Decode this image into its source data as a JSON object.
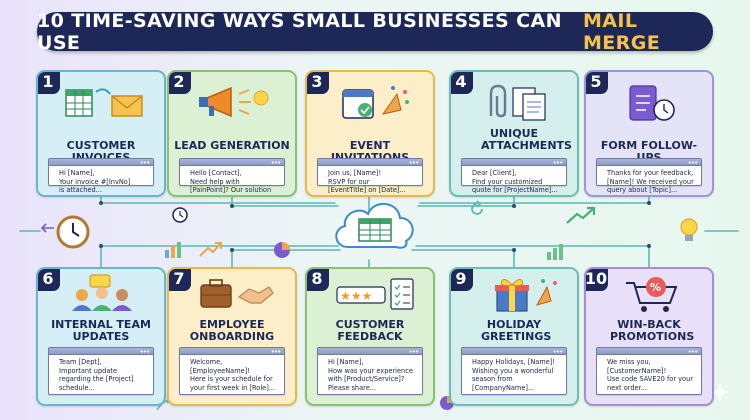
{
  "header": {
    "title_main": "10 TIME-SAVING WAYS SMALL BUSINESSES CAN USE",
    "title_highlight": "MAIL MERGE",
    "highlight_color": "#f7c24a",
    "bar_color": "#1d2858"
  },
  "center": {
    "icon": "cloud-spreadsheet-icon"
  },
  "cards": [
    {
      "number": "1",
      "title": "CUSTOMER INVOICES",
      "snippet": "Hi [Name],\nYour invoice #[InvNo]\nis attached...",
      "icon": "spreadsheet-envelope-icon",
      "bg": "#d6eef6",
      "border": "#6bb4ce"
    },
    {
      "number": "2",
      "title": "LEAD GENERATION",
      "snippet": "Hello [Contact],\nNeed help with\n[PainPoint]? Our solution",
      "icon": "megaphone-icon",
      "bg": "#dcf0d3",
      "border": "#86c274"
    },
    {
      "number": "3",
      "title": "EVENT INVITATIONS",
      "snippet": "Join us, [Name]!\nRSVP for our\n[EventTitle] on [Date]...",
      "icon": "calendar-party-icon",
      "bg": "#fbeec8",
      "border": "#e5b94e"
    },
    {
      "number": "4",
      "title": "UNIQUE ATTACHMENTS",
      "snippet": "Dear [Client],\nFind your customized\nquote for [ProjectName]...",
      "icon": "paperclip-documents-icon",
      "bg": "#d4efec",
      "border": "#6fbcb4"
    },
    {
      "number": "5",
      "title": "FORM FOLLOW-UPS",
      "snippet": "Thanks for your feedback,\n[Name]! We received your\nquery about [Topic]...",
      "icon": "form-clock-icon",
      "bg": "#e5e3f8",
      "border": "#9d96d6"
    },
    {
      "number": "6",
      "title": "INTERNAL TEAM UPDATES",
      "snippet": "Team [Dept],\nImportant update\nregarding the [Project]\nschedule...",
      "icon": "team-icon",
      "bg": "#d6eef6",
      "border": "#6bb4ce"
    },
    {
      "number": "7",
      "title": "EMPLOYEE ONBOARDING",
      "snippet": "Welcome, [EmployeeName]!\nHere is your schedule for\nyour first week in [Role]...",
      "icon": "briefcase-handshake-icon",
      "bg": "#fbeec8",
      "border": "#e5b94e"
    },
    {
      "number": "8",
      "title": "CUSTOMER FEEDBACK",
      "snippet": "Hi [Name],\nHow was your experience\nwith [Product/Service]?\nPlease share...",
      "icon": "stars-clipboard-icon",
      "bg": "#dcf0d3",
      "border": "#86c274"
    },
    {
      "number": "9",
      "title": "HOLIDAY GREETINGS",
      "snippet": "Happy Holidays, [Name]!\nWishing you a wonderful\nseason from\n[CompanyName]...",
      "icon": "gift-icon",
      "bg": "#d4efec",
      "border": "#6fbcb4"
    },
    {
      "number": "10",
      "title": "WIN-BACK PROMOTIONS",
      "snippet": "We miss you,\n[CustomerName]!\nUse code SAVE20 for your\nnext order...",
      "icon": "cart-discount-icon",
      "bg": "#e8dff8",
      "border": "#a28fd6"
    }
  ]
}
